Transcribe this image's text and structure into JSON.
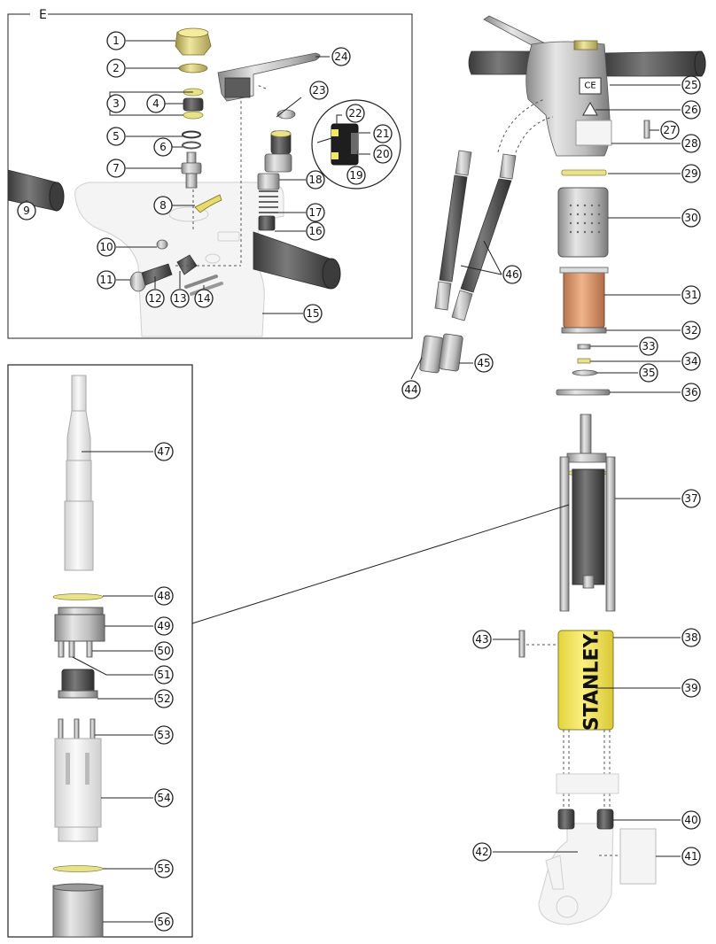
{
  "section_label": "E",
  "brand_text": "STANLEY.",
  "ce_mark": "CE",
  "callouts": [
    "1",
    "2",
    "3",
    "4",
    "5",
    "6",
    "7",
    "8",
    "9",
    "10",
    "11",
    "12",
    "13",
    "14",
    "15",
    "16",
    "17",
    "18",
    "19",
    "20",
    "21",
    "22",
    "23",
    "24",
    "25",
    "26",
    "27",
    "28",
    "29",
    "30",
    "31",
    "32",
    "33",
    "34",
    "35",
    "36",
    "37",
    "38",
    "39",
    "40",
    "41",
    "42",
    "43",
    "44",
    "45",
    "46",
    "47",
    "48",
    "49",
    "50",
    "51",
    "52",
    "53",
    "54",
    "55",
    "56"
  ],
  "colors": {
    "outline": "#222222",
    "metal_light": "#d9d9d9",
    "metal_dark": "#5a5a5a",
    "brass": "#d8cf7a",
    "yellow_sleeve": "#f2e55c",
    "copper": "#d99a6c",
    "ghost": "#f4f4f4"
  }
}
